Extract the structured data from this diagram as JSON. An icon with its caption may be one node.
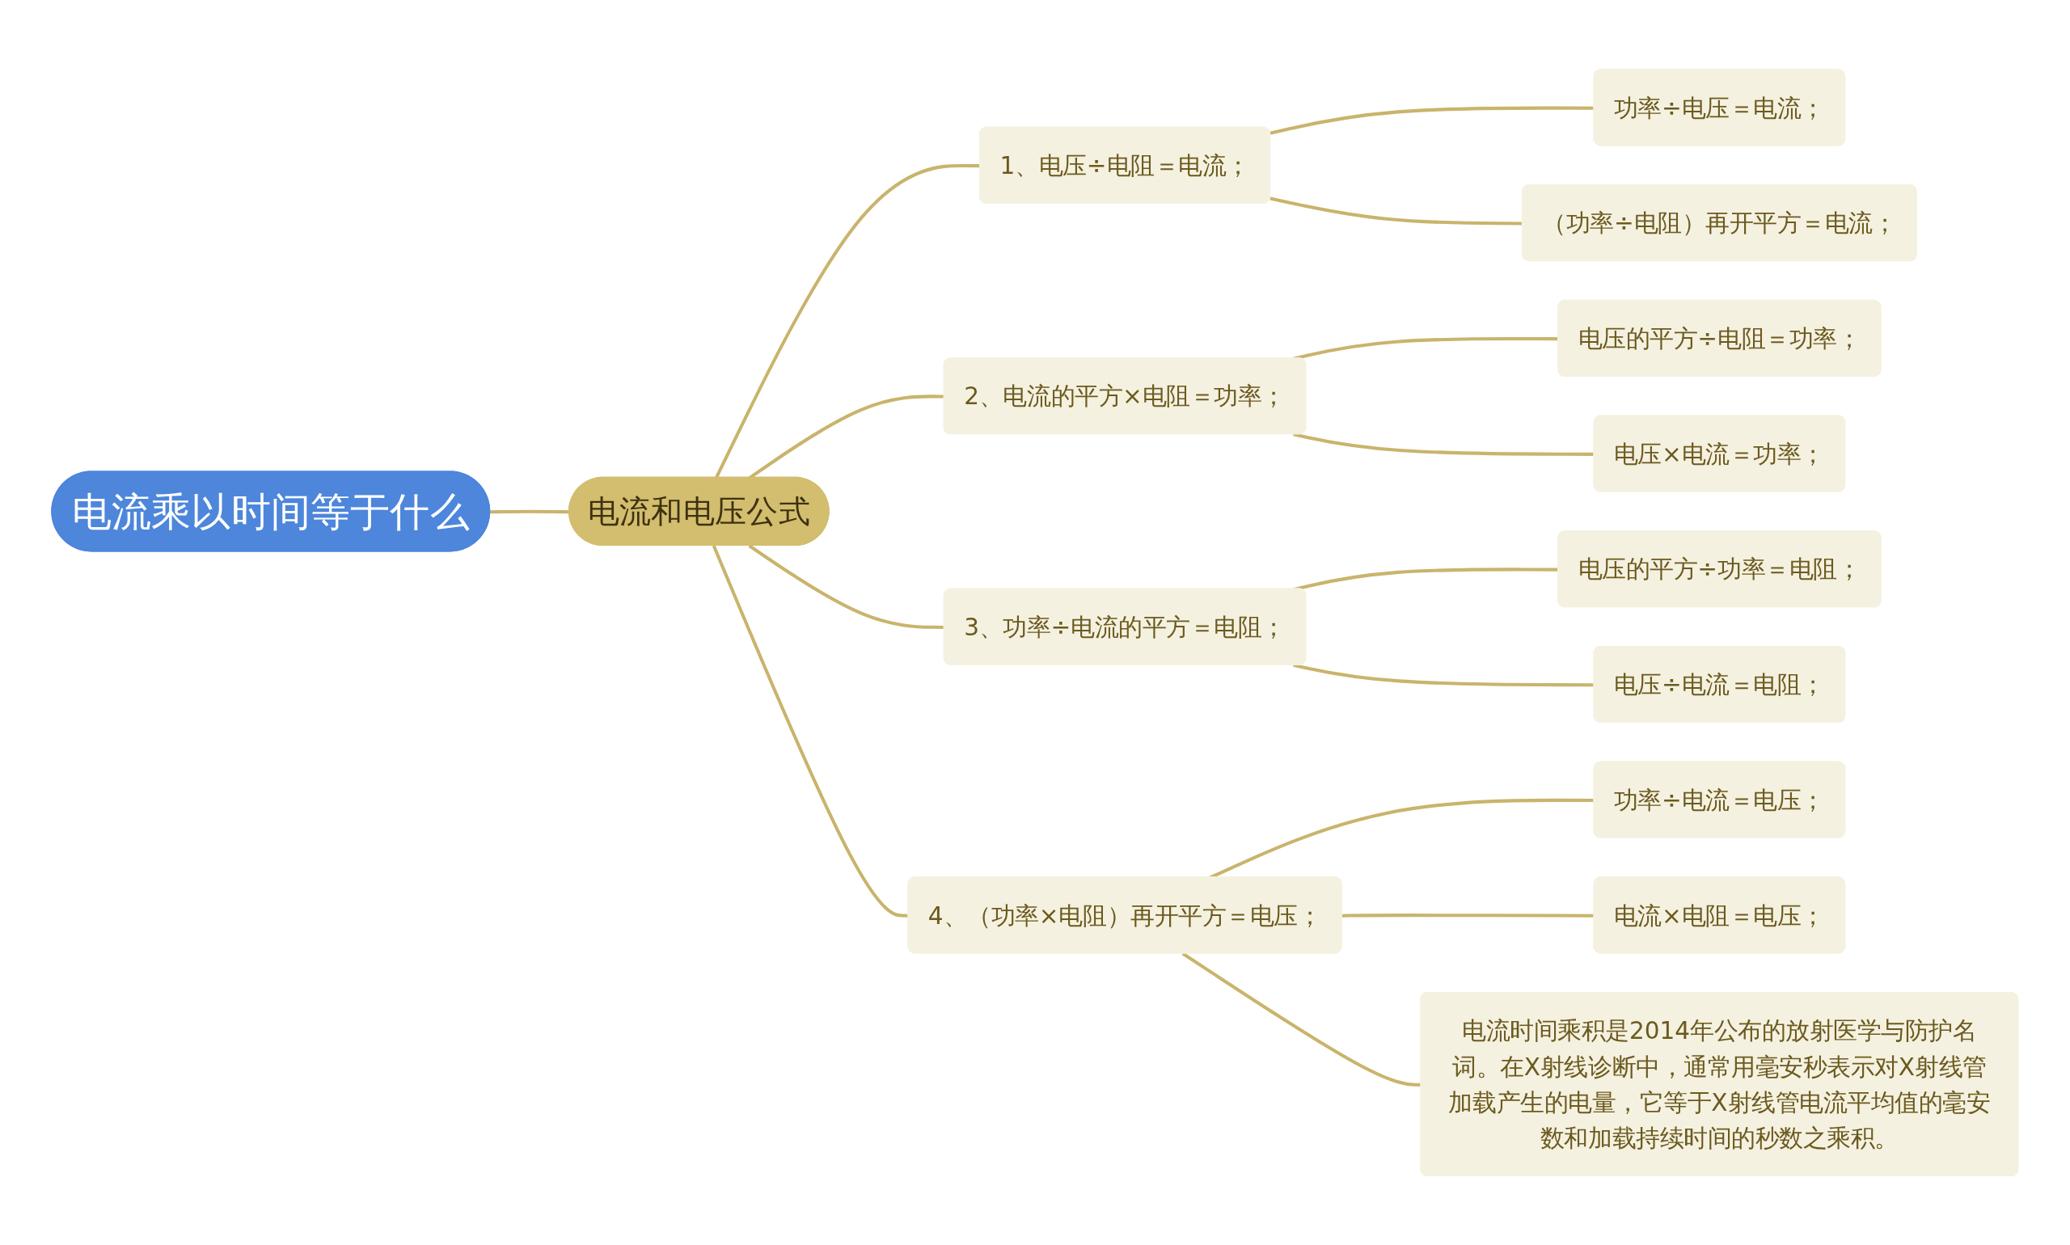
{
  "diagram": {
    "nodes": [
      {
        "text": [
          "电流乘以时间等于什么"
        ]
      },
      {
        "text": [
          "电流和电压公式"
        ]
      },
      {
        "text": [
          "1、电压÷电阻＝电流；"
        ]
      },
      {
        "text": [
          "功率÷电压＝电流；"
        ]
      },
      {
        "text": [
          "（功率÷电阻）再开平方＝电流；"
        ]
      },
      {
        "text": [
          "2、电流的平方×电阻＝功率；"
        ]
      },
      {
        "text": [
          "电压的平方÷电阻＝功率；"
        ]
      },
      {
        "text": [
          "电压×电流＝功率；"
        ]
      },
      {
        "text": [
          "3、功率÷电流的平方＝电阻；"
        ]
      },
      {
        "text": [
          "电压的平方÷功率＝电阻；"
        ]
      },
      {
        "text": [
          "电压÷电流＝电阻；"
        ]
      },
      {
        "text": [
          "4、（功率×电阻）再开平方＝电压；"
        ]
      },
      {
        "text": [
          "功率÷电流＝电压；"
        ]
      },
      {
        "text": [
          "电流×电阻＝电压；"
        ]
      },
      {
        "text": [
          "电流时间乘积是2014年公布的放射医学与防护名词。在X射线诊断中，通常用毫安秒表示对X射线管加载产生的电量，它等于X射线管电流平均值的毫安数和加载持续时间的秒数之乘积。"
        ]
      }
    ],
    "edges": [
      {
        "from": 0,
        "to": 1,
        "arrow": "none"
      },
      {
        "from": 1,
        "to": 2,
        "arrow": "none"
      },
      {
        "from": 1,
        "to": 5,
        "arrow": "none"
      },
      {
        "from": 1,
        "to": 8,
        "arrow": "none"
      },
      {
        "from": 1,
        "to": 11,
        "arrow": "none"
      },
      {
        "from": 2,
        "to": 3,
        "arrow": "none"
      },
      {
        "from": 2,
        "to": 4,
        "arrow": "none"
      },
      {
        "from": 5,
        "to": 6,
        "arrow": "none"
      },
      {
        "from": 5,
        "to": 7,
        "arrow": "none"
      },
      {
        "from": 8,
        "to": 9,
        "arrow": "none"
      },
      {
        "from": 8,
        "to": 10,
        "arrow": "none"
      },
      {
        "from": 11,
        "to": 12,
        "arrow": "none"
      },
      {
        "from": 11,
        "to": 13,
        "arrow": "none"
      },
      {
        "from": 11,
        "to": 14,
        "arrow": "none"
      }
    ]
  }
}
